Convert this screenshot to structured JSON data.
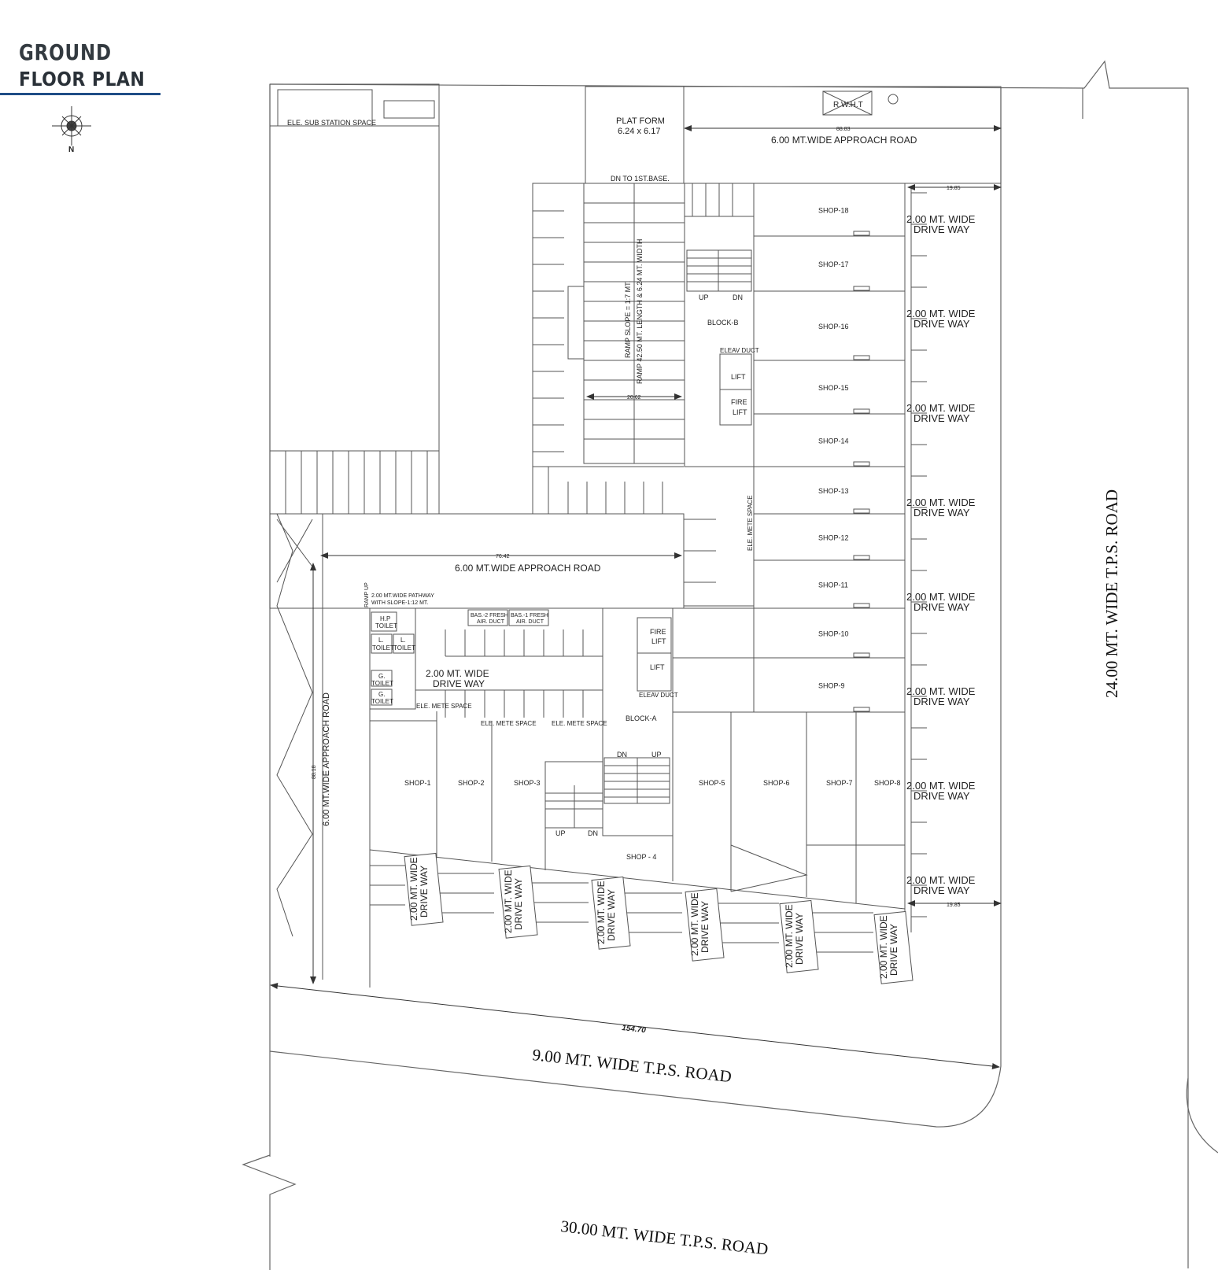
{
  "title": {
    "line1": "GROUND",
    "line2": "FLOOR PLAN"
  },
  "compass": {
    "north_label": "N"
  },
  "colors": {
    "line": "#5a5a5a",
    "accent": "#1f4d86",
    "text": "#222222"
  },
  "top_area": {
    "substation": "ELE. SUB STATION SPACE",
    "platform_line1": "PLAT FORM",
    "platform_line2": "6.24 x 6.17",
    "dn_base": "DN TO 1ST.BASE.",
    "rwht": "R.W.H.T",
    "dim_top": "88.83",
    "approach_top": "6.00 MT.WIDE APPROACH ROAD",
    "dim_side_top": "19.85",
    "dim_side_bottom": "19.85"
  },
  "ramp": {
    "slope": "RAMP SLOPE = 1:7 MT.",
    "length": "RAMP 42.50 MT. LENGTH & 6.24 MT. WIDTH",
    "width_dim": "20.62"
  },
  "block_b": {
    "label": "BLOCK-B",
    "up": "UP",
    "dn": "DN",
    "duct": "ELEAV DUCT",
    "lift": "LIFT",
    "fire_lift_1": "FIRE",
    "fire_lift_2": "LIFT"
  },
  "block_a": {
    "label": "BLOCK-A",
    "up": "UP",
    "dn": "DN",
    "duct": "ELEAV DUCT",
    "lift": "LIFT",
    "fire_lift_1": "FIRE",
    "fire_lift_2": "LIFT"
  },
  "right_shops": [
    "SHOP-18",
    "SHOP-17",
    "SHOP-16",
    "SHOP-15",
    "SHOP-14",
    "SHOP-13",
    "SHOP-12",
    "SHOP-11",
    "SHOP-10",
    "SHOP-9"
  ],
  "bottom_shops": [
    "SHOP-1",
    "SHOP-2",
    "SHOP-3",
    "SHOP - 4",
    "SHOP-5",
    "SHOP-6",
    "SHOP-7",
    "SHOP-8"
  ],
  "driveway": {
    "line1": "2.00 MT. WIDE",
    "line2": "DRIVE WAY"
  },
  "middle": {
    "approach_mid": "6.00 MT.WIDE APPROACH ROAD",
    "dim_mid": "76.42",
    "approach_left": "6.00 MT.WIDE APPROACH ROAD",
    "dim_left": "88.18",
    "ele_mete": "ELE. METE SPACE",
    "ramp_up": "RAMP UP",
    "pathway_line1": "2.00 MT.WIDE PATHWAY",
    "pathway_line2": "WITH SLOPE-1:12 MT.",
    "bas2": "BAS.-2 FRESH",
    "bas1": "BAS.-1 FRESH",
    "air_duct": "AIR. DUCT",
    "hp": "H.P",
    "toilet": "TOILET",
    "l": "L.",
    "g": "G."
  },
  "roads": {
    "bottom_dim": "154.70",
    "road_9": "9.00 MT. WIDE T.P.S. ROAD",
    "road_30": "30.00 MT. WIDE T.P.S. ROAD",
    "road_24": "24.00 MT. WIDE T.P.S. ROAD"
  }
}
